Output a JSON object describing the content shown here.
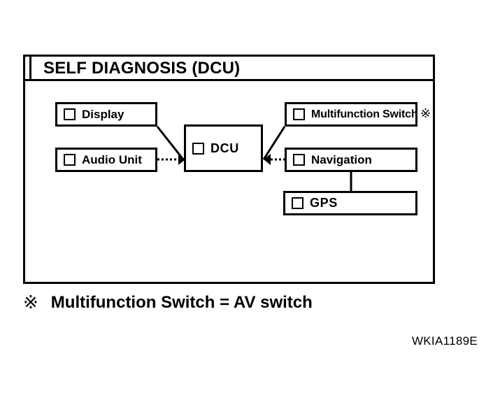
{
  "figure": {
    "code": "WKIA1189E"
  },
  "screen": {
    "title": "SELF DIAGNOSIS (DCU)"
  },
  "nodes": [
    {
      "id": "display",
      "label": "Display",
      "checkbox": "empty-checkbox"
    },
    {
      "id": "audio_unit",
      "label": "Audio Unit",
      "checkbox": "empty-checkbox"
    },
    {
      "id": "dcu",
      "label": "DCU",
      "checkbox": "empty-checkbox"
    },
    {
      "id": "mfsw",
      "label": "Multifunction Switch",
      "checkbox": "empty-checkbox"
    },
    {
      "id": "navigation",
      "label": "Navigation",
      "checkbox": "empty-checkbox"
    },
    {
      "id": "gps",
      "label": "GPS",
      "checkbox": "empty-checkbox"
    }
  ],
  "reference_mark": "※",
  "footnote": {
    "mark": "※",
    "text": "Multifunction Switch = AV switch"
  },
  "connections": [
    {
      "from": "display",
      "to": "dcu",
      "style": "solid"
    },
    {
      "from": "audio_unit",
      "to": "dcu",
      "style": "dotted",
      "arrow": true
    },
    {
      "from": "dcu",
      "to": "mfsw",
      "style": "solid"
    },
    {
      "from": "dcu",
      "to": "navigation",
      "style": "dotted",
      "arrow": true
    },
    {
      "from": "navigation",
      "to": "gps",
      "style": "solid"
    }
  ],
  "colors": {
    "ink": "#000000",
    "paper": "#ffffff"
  }
}
